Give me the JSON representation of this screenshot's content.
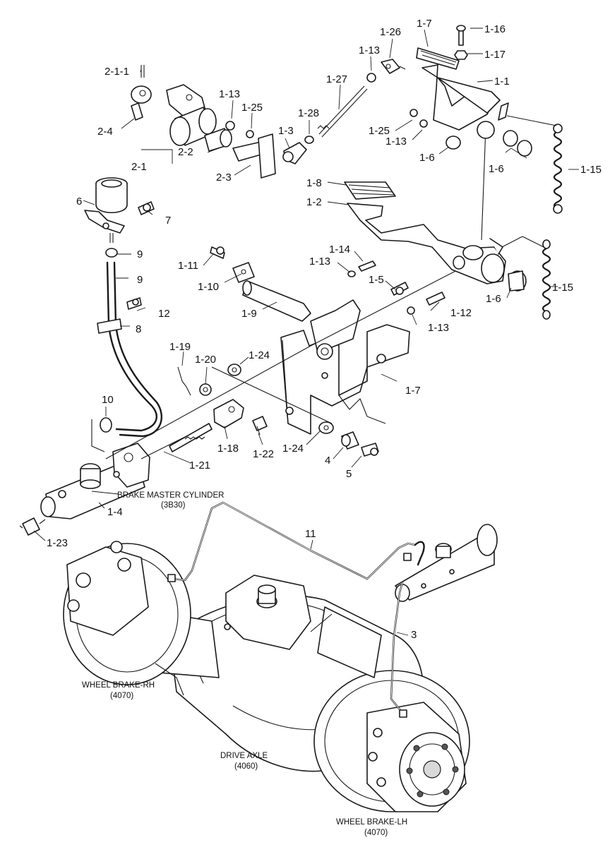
{
  "callouts": [
    {
      "id": "1-1",
      "text": "1-1"
    },
    {
      "id": "1-2",
      "text": "1-2"
    },
    {
      "id": "1-3",
      "text": "1-3"
    },
    {
      "id": "1-4",
      "text": "1-4"
    },
    {
      "id": "1-5",
      "text": "1-5"
    },
    {
      "id": "1-6a",
      "text": "1-6"
    },
    {
      "id": "1-6b",
      "text": "1-6"
    },
    {
      "id": "1-6c",
      "text": "1-6"
    },
    {
      "id": "1-7a",
      "text": "1-7"
    },
    {
      "id": "1-7b",
      "text": "1-7"
    },
    {
      "id": "1-8",
      "text": "1-8"
    },
    {
      "id": "1-9",
      "text": "1-9"
    },
    {
      "id": "1-10",
      "text": "1-10"
    },
    {
      "id": "1-11",
      "text": "1-11"
    },
    {
      "id": "1-12",
      "text": "1-12"
    },
    {
      "id": "1-13a",
      "text": "1-13"
    },
    {
      "id": "1-13b",
      "text": "1-13"
    },
    {
      "id": "1-13c",
      "text": "1-13"
    },
    {
      "id": "1-13d",
      "text": "1-13"
    },
    {
      "id": "1-13e",
      "text": "1-13"
    },
    {
      "id": "1-14",
      "text": "1-14"
    },
    {
      "id": "1-15a",
      "text": "1-15"
    },
    {
      "id": "1-15b",
      "text": "1-15"
    },
    {
      "id": "1-16",
      "text": "1-16"
    },
    {
      "id": "1-17",
      "text": "1-17"
    },
    {
      "id": "1-18",
      "text": "1-18"
    },
    {
      "id": "1-19",
      "text": "1-19"
    },
    {
      "id": "1-20",
      "text": "1-20"
    },
    {
      "id": "1-21",
      "text": "1-21"
    },
    {
      "id": "1-22",
      "text": "1-22"
    },
    {
      "id": "1-23",
      "text": "1-23"
    },
    {
      "id": "1-24a",
      "text": "1-24"
    },
    {
      "id": "1-24b",
      "text": "1-24"
    },
    {
      "id": "1-25a",
      "text": "1-25"
    },
    {
      "id": "1-25b",
      "text": "1-25"
    },
    {
      "id": "1-26",
      "text": "1-26"
    },
    {
      "id": "1-27",
      "text": "1-27"
    },
    {
      "id": "1-28",
      "text": "1-28"
    },
    {
      "id": "2-1",
      "text": "2-1"
    },
    {
      "id": "2-1-1",
      "text": "2-1-1"
    },
    {
      "id": "2-2",
      "text": "2-2"
    },
    {
      "id": "2-3",
      "text": "2-3"
    },
    {
      "id": "2-4",
      "text": "2-4"
    },
    {
      "id": "3",
      "text": "3"
    },
    {
      "id": "4",
      "text": "4"
    },
    {
      "id": "5",
      "text": "5"
    },
    {
      "id": "6",
      "text": "6"
    },
    {
      "id": "7",
      "text": "7"
    },
    {
      "id": "8",
      "text": "8"
    },
    {
      "id": "9a",
      "text": "9"
    },
    {
      "id": "9b",
      "text": "9"
    },
    {
      "id": "10",
      "text": "10"
    },
    {
      "id": "11",
      "text": "11"
    },
    {
      "id": "12",
      "text": "12"
    }
  ],
  "captions": {
    "brake_master_cylinder": {
      "name": "BRAKE MASTER CYLINDER",
      "code": "(3B30)"
    },
    "wheel_brake_rh": {
      "name": "WHEEL BRAKE-RH",
      "code": "(4070)"
    },
    "drive_axle": {
      "name": "DRIVE AXLE",
      "code": "(4060)"
    },
    "wheel_brake_lh": {
      "name": "WHEEL BRAKE-LH",
      "code": "(4070)"
    }
  }
}
